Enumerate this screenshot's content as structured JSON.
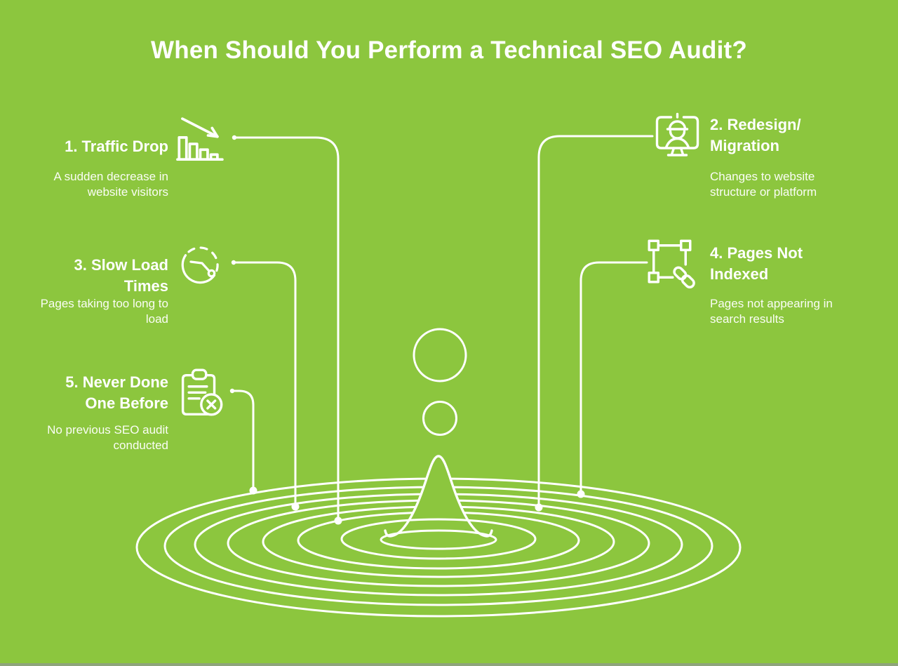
{
  "title": "When Should You Perform a Technical SEO Audit?",
  "colors": {
    "background": "#8CC63E",
    "foreground": "#FFFFFF"
  },
  "illustration": "water-drop-with-ripples",
  "items": [
    {
      "number": 1,
      "side": "left",
      "icon": "declining-bar-chart-icon",
      "title_lines": [
        "1. Traffic Drop"
      ],
      "desc_lines": [
        "A sudden decrease in",
        "website visitors"
      ]
    },
    {
      "number": 2,
      "side": "right",
      "icon": "website-construction-monitor-icon",
      "title_lines": [
        "2. Redesign/",
        "Migration"
      ],
      "desc_lines": [
        "Changes to website",
        "structure or platform"
      ]
    },
    {
      "number": 3,
      "side": "left",
      "icon": "slow-stopwatch-icon",
      "title_lines": [
        "3. Slow Load",
        "Times"
      ],
      "desc_lines": [
        "Pages taking too long to",
        "load"
      ]
    },
    {
      "number": 4,
      "side": "right",
      "icon": "selection-frame-link-icon",
      "title_lines": [
        "4. Pages Not",
        "Indexed"
      ],
      "desc_lines": [
        "Pages not appearing in",
        "search results"
      ]
    },
    {
      "number": 5,
      "side": "left",
      "icon": "clipboard-x-icon",
      "title_lines": [
        "5. Never Done",
        "One Before"
      ],
      "desc_lines": [
        "No previous SEO audit",
        "conducted"
      ]
    }
  ]
}
